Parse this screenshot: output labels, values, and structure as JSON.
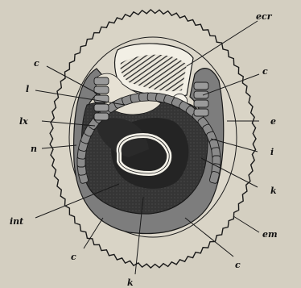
{
  "figure": {
    "colors": {
      "background": "#d4cfc1",
      "ink": "#1a1a1a",
      "yolk": "#3a3a3a",
      "yolk_dark": "#222222",
      "white": "#f4f1e8"
    },
    "labels": {
      "ecr": "ecr",
      "c_upper_left": "c",
      "c_upper_right": "c",
      "l": "l",
      "lx": "lx",
      "e": "e",
      "n": "n",
      "i": "i",
      "k_right": "k",
      "int": "int",
      "em": "em",
      "c_lower_left": "c",
      "c_lower_right": "c",
      "k_bottom": "k"
    }
  }
}
